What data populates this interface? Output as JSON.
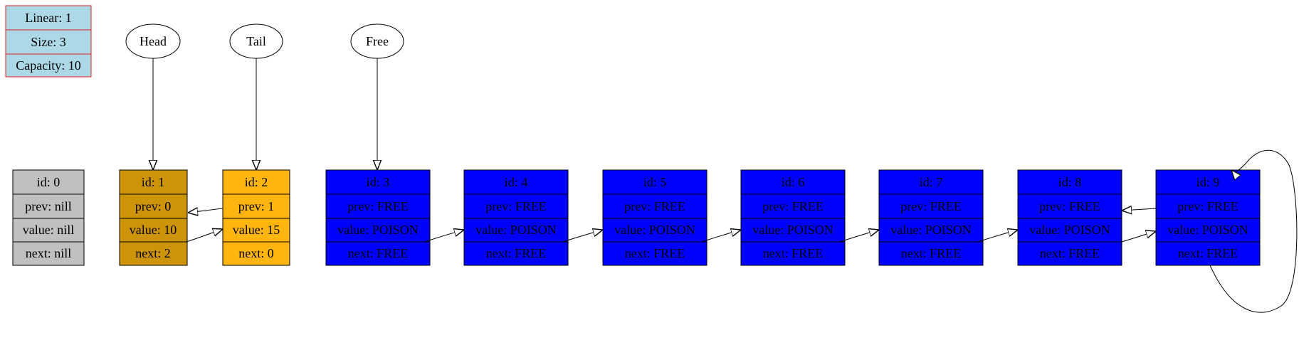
{
  "info": [
    "Linear: 1",
    "Size: 3",
    "Capacity: 10"
  ],
  "pointers": [
    {
      "label": "Head",
      "target": 1
    },
    {
      "label": "Tail",
      "target": 2
    },
    {
      "label": "Free",
      "target": 3
    }
  ],
  "nodes": [
    {
      "rows": [
        "id: 0",
        "prev: nill",
        "value: nill",
        "next: nill"
      ],
      "kind": "null"
    },
    {
      "rows": [
        "id: 1",
        "prev: 0",
        "value: 10",
        "next: 2"
      ],
      "kind": "head"
    },
    {
      "rows": [
        "id: 2",
        "prev: 1",
        "value: 15",
        "next: 0"
      ],
      "kind": "tail"
    },
    {
      "rows": [
        "id: 3",
        "prev: FREE",
        "value: POISON",
        "next: FREE"
      ],
      "kind": "free"
    },
    {
      "rows": [
        "id: 4",
        "prev: FREE",
        "value: POISON",
        "next: FREE"
      ],
      "kind": "free"
    },
    {
      "rows": [
        "id: 5",
        "prev: FREE",
        "value: POISON",
        "next: FREE"
      ],
      "kind": "free"
    },
    {
      "rows": [
        "id: 6",
        "prev: FREE",
        "value: POISON",
        "next: FREE"
      ],
      "kind": "free"
    },
    {
      "rows": [
        "id: 7",
        "prev: FREE",
        "value: POISON",
        "next: FREE"
      ],
      "kind": "free"
    },
    {
      "rows": [
        "id: 8",
        "prev: FREE",
        "value: POISON",
        "next: FREE"
      ],
      "kind": "free"
    },
    {
      "rows": [
        "id: 9",
        "prev: FREE",
        "value: POISON",
        "next: FREE"
      ],
      "kind": "free"
    }
  ],
  "colors": {
    "info_fill": "#add8e6",
    "info_border": "#e02020",
    "null": "#c0c0c0",
    "head": "#cd9309",
    "tail": "#ffb50f",
    "free": "#0000ff",
    "free_text": "#000000"
  }
}
